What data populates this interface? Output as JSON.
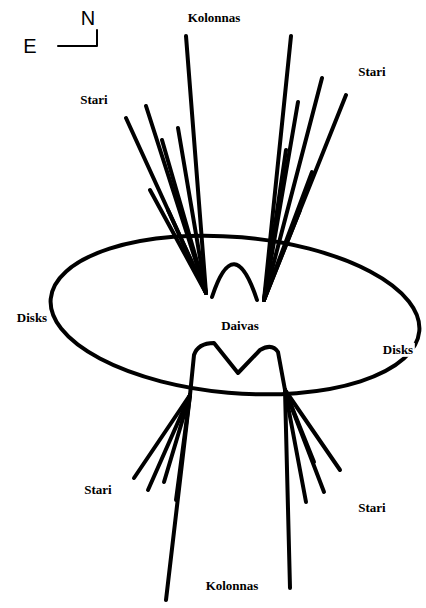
{
  "diagram": {
    "labels": [
      "N",
      "E",
      "Kolonnas",
      "Stari",
      "Stari",
      "Disks",
      "Daivas",
      "Disks",
      "Stari",
      "Stari",
      "Kolonnas"
    ]
  }
}
